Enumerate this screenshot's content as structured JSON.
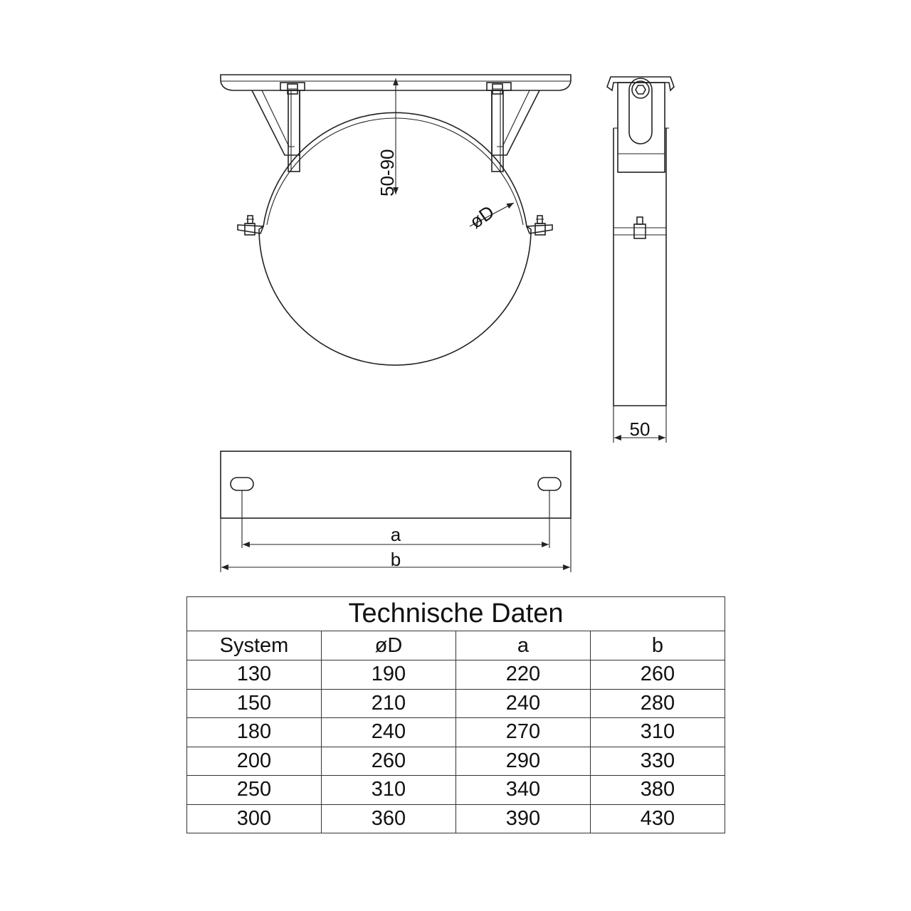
{
  "diagram": {
    "dims": {
      "height_range": "50-90",
      "diameter": "øD",
      "width": "50",
      "a": "a",
      "b": "b"
    }
  },
  "table": {
    "title": "Technische Daten",
    "headers": [
      "System",
      "øD",
      "a",
      "b"
    ],
    "rows": [
      [
        "130",
        "190",
        "220",
        "260"
      ],
      [
        "150",
        "210",
        "240",
        "280"
      ],
      [
        "180",
        "240",
        "270",
        "310"
      ],
      [
        "200",
        "260",
        "290",
        "330"
      ],
      [
        "250",
        "310",
        "340",
        "380"
      ],
      [
        "300",
        "360",
        "390",
        "430"
      ]
    ]
  }
}
